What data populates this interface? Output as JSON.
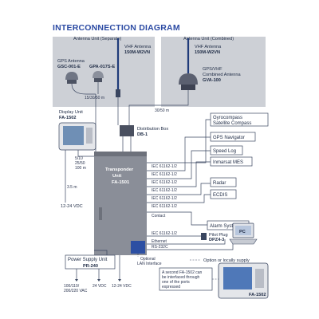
{
  "title": "INTERCONNECTION DIAGRAM",
  "antenna_separate": {
    "header": "Antenna Unit (Separate)",
    "vhf_label": "VHF Antenna",
    "vhf_model": "150M-W2VN",
    "gps_label": "GPS Antenna",
    "gps_model_1": "GSC-001-E",
    "gps_model_2": "GPA-017S-E",
    "cable_len": "15/30/50 m"
  },
  "antenna_combined": {
    "header": "Antenna Unit (Combined)",
    "vhf_label": "VHF Antenna",
    "vhf_model": "150M-W2VN",
    "combo_label_1": "GPS/VHF",
    "combo_label_2": "Combined Antenna",
    "combo_model": "GVA-100",
    "cable_len": "30/50 m"
  },
  "display_unit": {
    "label": "Display Unit",
    "model": "FA-1502",
    "cable_len_1": "5/10",
    "cable_len_2": "25/50",
    "cable_len_3": "100 m",
    "cable_len_4": "3.5 m",
    "power": "12-24 VDC"
  },
  "distribution_box": {
    "label": "Distribution Box",
    "model": "DB-1"
  },
  "transponder": {
    "label_1": "Transponder",
    "label_2": "Unit",
    "model": "FA-1501"
  },
  "iec_labels": [
    "IEC 61162-1/2",
    "IEC 61162-1/2",
    "IEC 61162-1/2",
    "IEC 61162-1/2",
    "IEC 61162-1/2",
    "IEC 61162-1/2"
  ],
  "contact": "Contact",
  "iec_bottom": "IEC 61162-1/2",
  "ethernet": "Ethernet",
  "rs232c": "RS-232C",
  "devices": {
    "gyro_1": "Gyrocompass",
    "gyro_2": "Satellite Compass",
    "gps_nav": "GPS Navigator",
    "speed_log": "Speed Log",
    "inmarsat": "Inmarsat MES",
    "radar": "Radar",
    "ecdis": "ECDIS",
    "alarm": "Alarm System"
  },
  "pilot_plug": {
    "label": "Pilot Plug",
    "model": "DPZ4-3"
  },
  "pc": "PC",
  "optional_lan_1": "Optional",
  "optional_lan_2": "LAN Interface",
  "option_note": "Option or locally supply",
  "power_supply": {
    "label": "Power Supply Unit",
    "model": "PR-240",
    "vac_1": "100/110/",
    "vac_2": "200/220 VAC",
    "vdc": "24 VDC",
    "vdc2": "12-24 VDC"
  },
  "note_lines": [
    "A second FA-1502 can",
    "be interfaced through",
    "one of the ports",
    "expressed"
  ],
  "second_display": "FA-1502"
}
